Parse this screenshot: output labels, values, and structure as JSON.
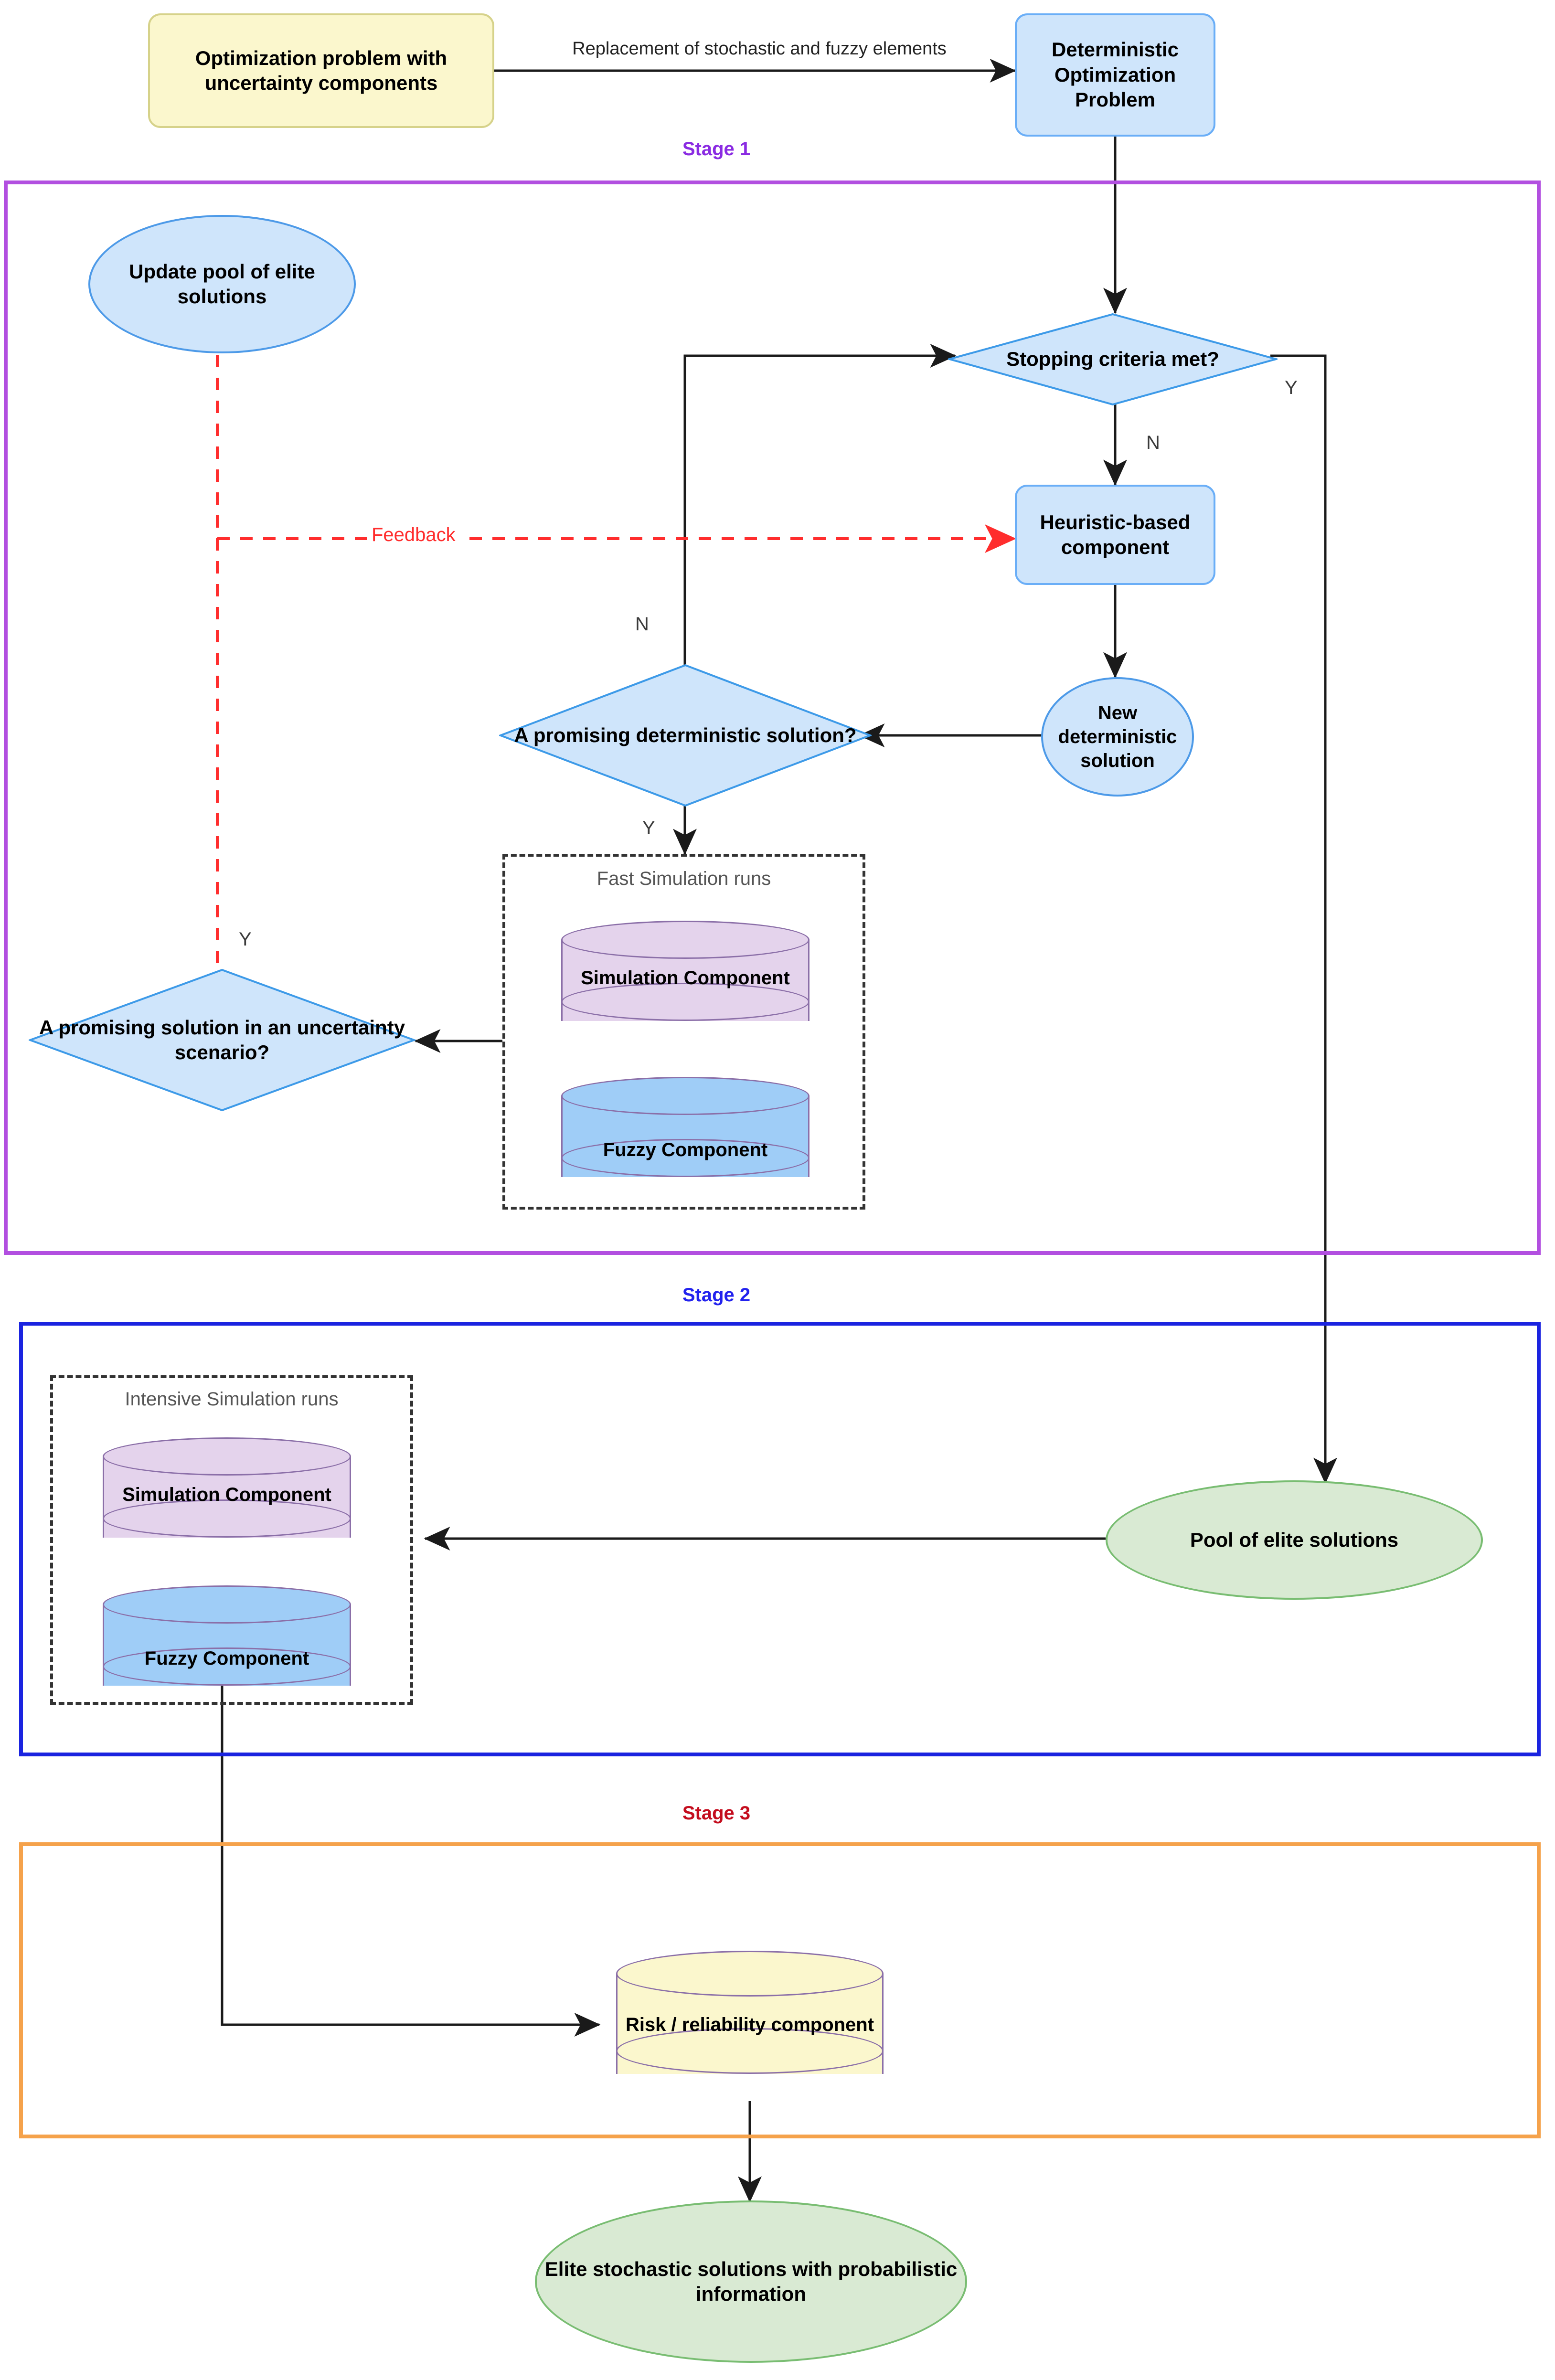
{
  "diagram": {
    "title": "Three-stage simheuristic / fuzzy optimization framework",
    "colors": {
      "blue_fill": "#cfe5fb",
      "blue_stroke": "#6aaef7",
      "yellow_fill": "#fbf7cd",
      "yellow_stroke": "#d6d28a",
      "green_fill": "#d9ead3",
      "green_stroke": "#79bd72",
      "purple_fill": "#e4d3ec",
      "purple_stroke": "#8b6fa8",
      "stage1_border": "#b24fe0",
      "stage1_label": "#8a2be2",
      "stage2_border": "#1a23e0",
      "stage2_label": "#2222ee",
      "stage3_border": "#f5a24b",
      "stage3_label": "#c40d1e",
      "feedback_red": "#ff2d2d",
      "edge_black": "#1a1a1a"
    },
    "stages": [
      {
        "label": "Stage 1"
      },
      {
        "label": "Stage 2"
      },
      {
        "label": "Stage 3"
      }
    ],
    "nodes": {
      "uncertainty_problem": {
        "label": "Optimization problem with uncertainty components",
        "shape": "rounded-rect",
        "fill": "yellow"
      },
      "deterministic_problem": {
        "label": "Deterministic Optimization Problem",
        "shape": "rounded-rect",
        "fill": "blue"
      },
      "update_pool": {
        "label": "Update pool of elite solutions",
        "shape": "ellipse",
        "fill": "blue"
      },
      "stopping_criteria": {
        "label": "Stopping criteria met?",
        "shape": "diamond",
        "fill": "blue"
      },
      "heuristic_component": {
        "label": "Heuristic-based component",
        "shape": "rounded-rect",
        "fill": "blue"
      },
      "new_solution": {
        "label": "New deterministic solution",
        "shape": "ellipse",
        "fill": "blue"
      },
      "promising_det": {
        "label": "A promising deterministic solution?",
        "shape": "diamond",
        "fill": "blue"
      },
      "promising_unc": {
        "label": "A promising solution in an uncertainty scenario?",
        "shape": "diamond",
        "fill": "blue"
      },
      "fast_sim_group": {
        "label": "Fast Simulation runs",
        "shape": "dashed-group"
      },
      "fast_sim_component": {
        "label": "Simulation Component",
        "shape": "cylinder",
        "fill": "purple"
      },
      "fast_fuzzy_component": {
        "label": "Fuzzy Component",
        "shape": "cylinder",
        "fill": "blue"
      },
      "intensive_sim_group": {
        "label": "Intensive Simulation runs",
        "shape": "dashed-group"
      },
      "intensive_sim_component": {
        "label": "Simulation Component",
        "shape": "cylinder",
        "fill": "purple"
      },
      "intensive_fuzzy_component": {
        "label": "Fuzzy Component",
        "shape": "cylinder",
        "fill": "blue"
      },
      "pool_elite": {
        "label": "Pool of elite solutions",
        "shape": "ellipse",
        "fill": "green"
      },
      "risk_reliability": {
        "label": "Risk / reliability component",
        "shape": "cylinder",
        "fill": "yellow"
      },
      "elite_stochastic": {
        "label": "Elite stochastic solutions with probabilistic information",
        "shape": "ellipse",
        "fill": "green"
      }
    },
    "edge_labels": {
      "replacement": "Replacement of stochastic and fuzzy elements",
      "stopping_yes": "Y",
      "stopping_no": "N",
      "promising_det_no": "N",
      "promising_det_yes": "Y",
      "promising_unc_yes": "Y",
      "feedback": "Feedback"
    },
    "edges": [
      {
        "from": "uncertainty_problem",
        "to": "deterministic_problem",
        "label": "Replacement of stochastic and fuzzy elements",
        "style": "solid"
      },
      {
        "from": "deterministic_problem",
        "to": "stopping_criteria",
        "label": "",
        "style": "solid"
      },
      {
        "from": "stopping_criteria",
        "to": "pool_elite",
        "label": "Y",
        "style": "solid"
      },
      {
        "from": "stopping_criteria",
        "to": "heuristic_component",
        "label": "N",
        "style": "solid"
      },
      {
        "from": "heuristic_component",
        "to": "new_solution",
        "label": "",
        "style": "solid"
      },
      {
        "from": "new_solution",
        "to": "promising_det",
        "label": "",
        "style": "solid"
      },
      {
        "from": "promising_det",
        "to": "stopping_criteria",
        "label": "N",
        "style": "solid"
      },
      {
        "from": "promising_det",
        "to": "fast_sim_group",
        "label": "Y",
        "style": "solid"
      },
      {
        "from": "fast_sim_group",
        "to": "promising_unc",
        "label": "",
        "style": "solid"
      },
      {
        "from": "promising_unc",
        "to": "update_pool",
        "label": "Y",
        "style": "dashed-red"
      },
      {
        "from": "update_pool_loop",
        "to": "heuristic_component",
        "label": "Feedback",
        "style": "dashed-red"
      },
      {
        "from": "pool_elite",
        "to": "intensive_sim_group",
        "label": "",
        "style": "solid"
      },
      {
        "from": "intensive_fuzzy_component",
        "to": "risk_reliability",
        "label": "",
        "style": "solid"
      },
      {
        "from": "risk_reliability",
        "to": "elite_stochastic",
        "label": "",
        "style": "solid"
      }
    ]
  }
}
